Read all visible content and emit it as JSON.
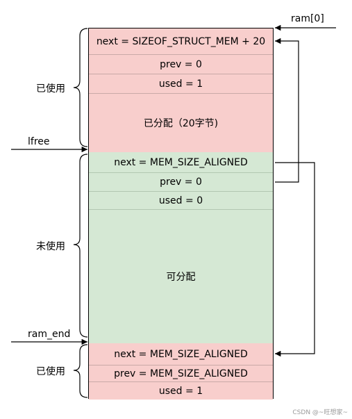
{
  "block1": {
    "next": "next = SIZEOF_STRUCT_MEM + 20",
    "prev": "prev = 0",
    "used": "used = 1",
    "payload": "已分配（20字节)"
  },
  "block2": {
    "next": "next = MEM_SIZE_ALIGNED",
    "prev": "prev = 0",
    "used": "used = 0",
    "payload": "可分配"
  },
  "block3": {
    "next": "next = MEM_SIZE_ALIGNED",
    "prev": "prev = MEM_SIZE_ALIGNED",
    "used": "used = 1"
  },
  "labels": {
    "ram0": "ram[0]",
    "lfree": "lfree",
    "ram_end": "ram_end",
    "used_top": "已使用",
    "unused": "未使用",
    "used_bottom": "已使用"
  },
  "watermark": "CSDN @~旺想家~",
  "colors": {
    "used_fill": "#f8cecc",
    "free_fill": "#d5e8d4",
    "line": "#000000"
  }
}
